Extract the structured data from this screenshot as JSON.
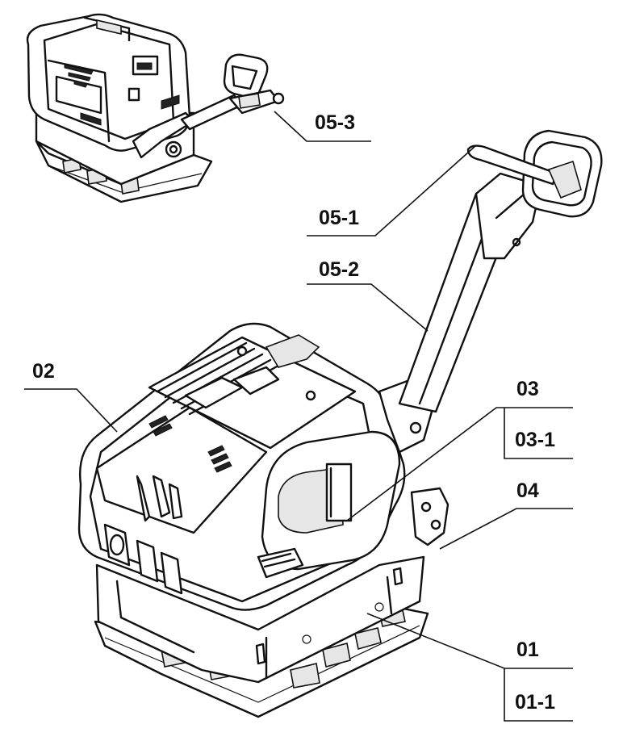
{
  "labels": {
    "p05_3": "05-3",
    "p05_1": "05-1",
    "p05_2": "05-2",
    "p02": "02",
    "p03": "03",
    "p03_1": "03-1",
    "p04": "04",
    "p01": "01",
    "p01_1": "01-1"
  },
  "colors": {
    "ink": "#111111",
    "background": "#ffffff"
  }
}
